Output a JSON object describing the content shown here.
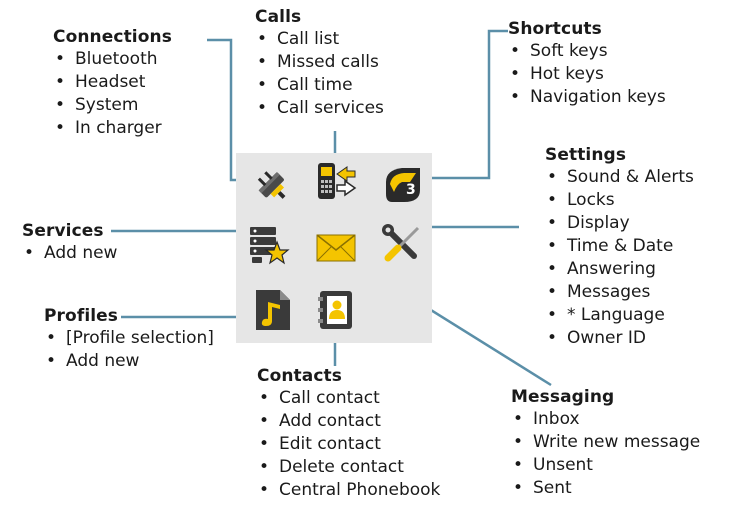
{
  "colors": {
    "connector": "#5b8fa8",
    "panel_background": "#e6e6e6",
    "icon_gold": "#f4c400",
    "icon_dark": "#2a2a2a"
  },
  "menu_icons": [
    {
      "name": "connections",
      "icon": "plug-icon"
    },
    {
      "name": "calls",
      "icon": "phone-arrows-icon"
    },
    {
      "name": "shortcuts",
      "icon": "shortcut-tag-icon"
    },
    {
      "name": "services",
      "icon": "server-star-icon"
    },
    {
      "name": "messaging",
      "icon": "envelope-icon"
    },
    {
      "name": "settings",
      "icon": "wrench-screwdriver-icon"
    },
    {
      "name": "profiles",
      "icon": "music-note-file-icon"
    },
    {
      "name": "contacts",
      "icon": "address-book-icon"
    }
  ],
  "sections": {
    "connections": {
      "title": "Connections",
      "items": [
        "Bluetooth",
        "Headset",
        "System",
        "In charger"
      ]
    },
    "calls": {
      "title": "Calls",
      "items": [
        "Call list",
        "Missed calls",
        "Call time",
        "Call services"
      ]
    },
    "shortcuts": {
      "title": "Shortcuts",
      "items": [
        "Soft keys",
        "Hot keys",
        "Navigation keys"
      ]
    },
    "settings": {
      "title": "Settings",
      "items": [
        "Sound & Alerts",
        "Locks",
        "Display",
        "Time & Date",
        "Answering",
        "Messages",
        "* Language",
        "Owner ID"
      ]
    },
    "services": {
      "title": "Services",
      "items": [
        "Add new"
      ]
    },
    "profiles": {
      "title": "Profiles",
      "items": [
        "[Profile selection]",
        "Add new"
      ]
    },
    "contacts": {
      "title": "Contacts",
      "items": [
        "Call contact",
        "Add contact",
        "Edit contact",
        "Delete contact",
        "Central Phonebook"
      ]
    },
    "messaging": {
      "title": "Messaging",
      "items": [
        "Inbox",
        "Write new message",
        "Unsent",
        "Sent"
      ]
    }
  }
}
